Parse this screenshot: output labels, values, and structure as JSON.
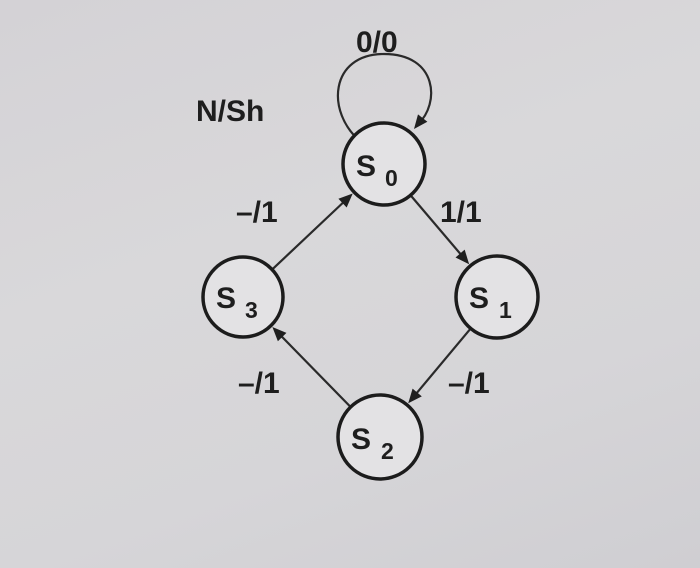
{
  "diagram": {
    "header_label": "N/Sh",
    "states": [
      {
        "id": "s0",
        "main": "S",
        "sub": "0"
      },
      {
        "id": "s1",
        "main": "S",
        "sub": "1"
      },
      {
        "id": "s2",
        "main": "S",
        "sub": "2"
      },
      {
        "id": "s3",
        "main": "S",
        "sub": "3"
      }
    ],
    "transitions": [
      {
        "from": "s0",
        "to": "s0",
        "label": "0/0"
      },
      {
        "from": "s0",
        "to": "s1",
        "label": "1/1"
      },
      {
        "from": "s1",
        "to": "s2",
        "label": "–/1"
      },
      {
        "from": "s2",
        "to": "s3",
        "label": "–/1"
      },
      {
        "from": "s3",
        "to": "s0",
        "label": "–/1"
      }
    ]
  }
}
